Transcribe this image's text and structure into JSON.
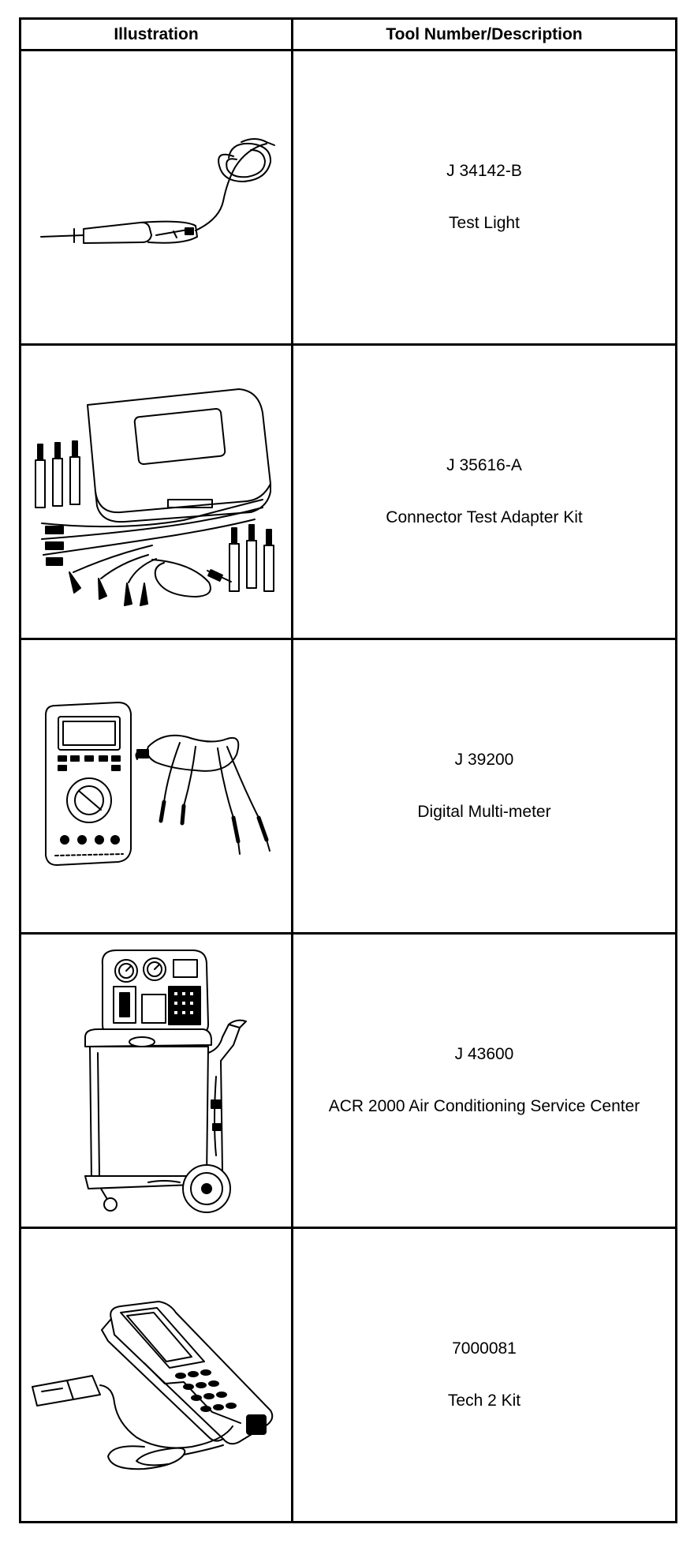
{
  "table": {
    "headers": {
      "illustration": "Illustration",
      "description": "Tool Number/Description"
    },
    "rows": [
      {
        "number": "J 34142-B",
        "description": "Test Light",
        "icon": "test-light-icon"
      },
      {
        "number": "J 35616-A",
        "description": "Connector Test Adapter Kit",
        "icon": "adapter-kit-icon"
      },
      {
        "number": "J 39200",
        "description": "Digital Multi-meter",
        "icon": "multimeter-icon"
      },
      {
        "number": "J 43600",
        "description": "ACR 2000 Air Conditioning Service Center",
        "icon": "ac-service-center-icon"
      },
      {
        "number": "7000081",
        "description": "Tech 2 Kit",
        "icon": "tech2-scanner-icon"
      }
    ]
  }
}
